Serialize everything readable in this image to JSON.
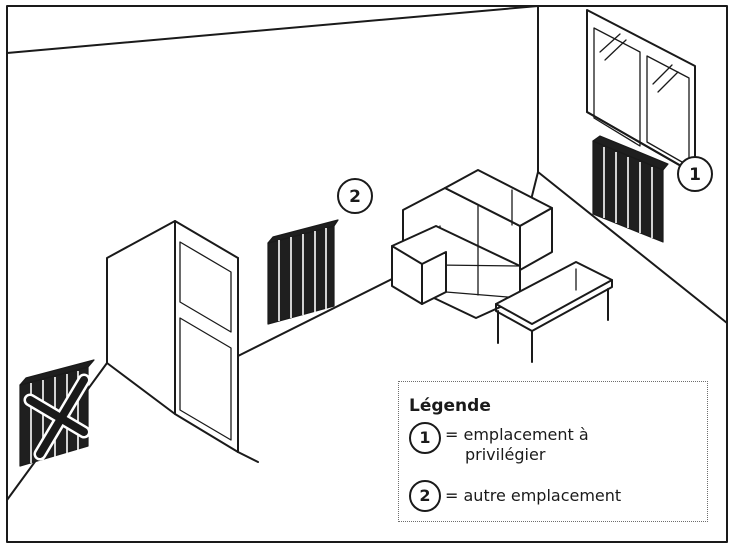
{
  "callouts": {
    "preferred": "1",
    "other": "2"
  },
  "legend": {
    "title": "Légende",
    "items": [
      {
        "number": "1",
        "text_line1": "= emplacement à",
        "text_line2": "privilégier"
      },
      {
        "number": "2",
        "text_line1": "= autre emplacement"
      }
    ]
  },
  "colors": {
    "line": "#1a1a1a",
    "radiator_fill": "#1f1f1f",
    "background": "#ffffff",
    "legend_border": "#6e6e6e"
  },
  "icons": {
    "forbidden_mark": "cross-icon",
    "preferred_marker": "circle-1-icon",
    "other_marker": "circle-2-icon"
  }
}
